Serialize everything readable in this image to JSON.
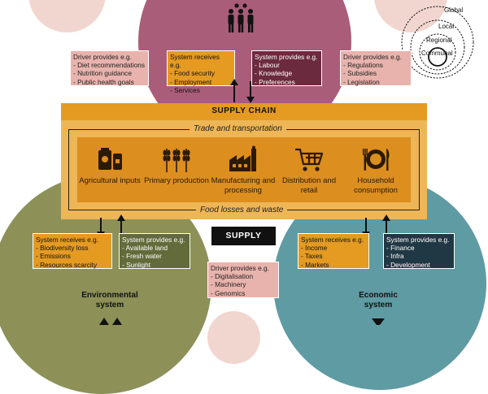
{
  "colors": {
    "social": "#a95d78",
    "environmental": "#8d9158",
    "economic": "#5f9ba3",
    "supply_chain": "#e59a22",
    "pink_box": "#e9b3ad",
    "decorative_circle": "#f1d6cf"
  },
  "scale": {
    "items": [
      "Global",
      "Local",
      "Regional",
      "Communal"
    ]
  },
  "social_boxes": {
    "driver_left": {
      "title": "Driver provides e.g.",
      "lines": [
        "- Diet recommendations",
        "- Nutrition guidance",
        "- Public health goals"
      ]
    },
    "receives": {
      "title": "System receives e.g.",
      "lines": [
        "- Food security",
        "- Employment",
        "- Services"
      ]
    },
    "provides": {
      "title": "System provides e.g.",
      "lines": [
        "- Labour",
        "- Knowledge",
        "- Preferences"
      ]
    },
    "driver_right": {
      "title": "Driver provides e.g.",
      "lines": [
        "- Regulations",
        "- Subsidies",
        "- Legislation"
      ]
    }
  },
  "supply_chain": {
    "title": "SUPPLY CHAIN",
    "top_label": "Trade and transportation",
    "bottom_label": "Food losses and waste",
    "stages": [
      {
        "label": "Agricultural inputs",
        "icon": "fertilizer-bags-icon"
      },
      {
        "label": "Primary production",
        "icon": "wheat-icon"
      },
      {
        "label": "Manufacturing and processing",
        "icon": "factory-icon"
      },
      {
        "label": "Distribution and retail",
        "icon": "shopping-cart-icon"
      },
      {
        "label": "Household consumption",
        "icon": "plate-cutlery-icon"
      }
    ]
  },
  "supply_badge": "SUPPLY",
  "environmental": {
    "name": "Environmental system",
    "receives": {
      "title": "System receives e.g.",
      "lines": [
        "- Biodiversity loss",
        "- Emissions",
        "- Resources scarcity"
      ]
    },
    "provides": {
      "title": "System provides e.g.",
      "lines": [
        "- Available land",
        "- Fresh water",
        "- Sunlight"
      ]
    }
  },
  "economic": {
    "name": "Economic system",
    "receives": {
      "title": "System receives e.g.",
      "lines": [
        "- Income",
        "- Taxes",
        "- Markets"
      ]
    },
    "provides": {
      "title": "System provides e.g.",
      "lines": [
        "- Finance",
        "- Infra",
        "- Development"
      ]
    }
  },
  "driver_bottom": {
    "title": "Driver provides e.g.",
    "lines": [
      "- Digitalisation",
      "- Machinery",
      "- Genomics"
    ]
  }
}
